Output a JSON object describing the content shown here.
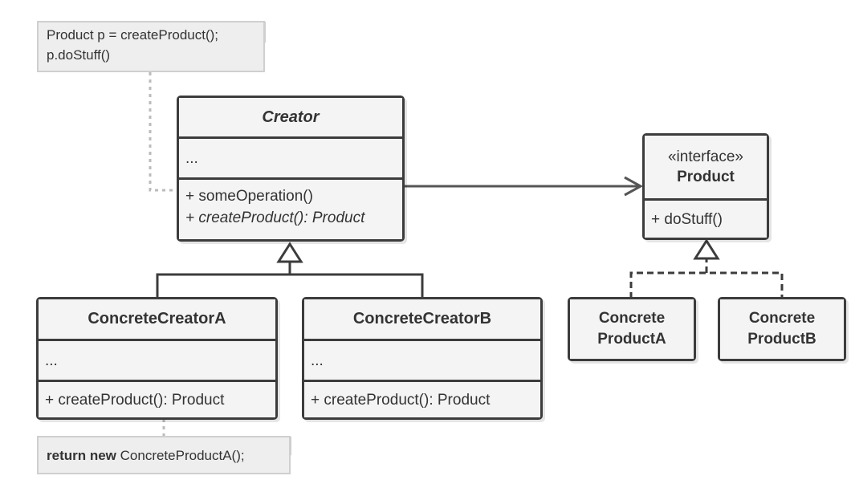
{
  "notes": {
    "operation_note": [
      "Product p = createProduct();",
      "p.doStuff()"
    ],
    "factory_note": {
      "keyword": "return new",
      "rest": " ConcreteProductA();"
    }
  },
  "creator": {
    "name": "Creator",
    "fields": "...",
    "methods": [
      "+ someOperation()",
      "+ createProduct(): Product"
    ]
  },
  "concrete_creator_a": {
    "name": "ConcreteCreatorA",
    "fields": "...",
    "methods": [
      "+ createProduct(): Product"
    ]
  },
  "concrete_creator_b": {
    "name": "ConcreteCreatorB",
    "fields": "...",
    "methods": [
      "+ createProduct(): Product"
    ]
  },
  "product": {
    "stereotype": "«interface»",
    "name": "Product",
    "methods": [
      "+ doStuff()"
    ]
  },
  "concrete_product_a": {
    "line1": "Concrete",
    "line2": "ProductA"
  },
  "concrete_product_b": {
    "line1": "Concrete",
    "line2": "ProductB"
  },
  "colors": {
    "stroke": "#3c3c3c",
    "fill": "#f4f4f4",
    "note_fill": "#eeeeee",
    "dotted": "#bbbbbb"
  }
}
